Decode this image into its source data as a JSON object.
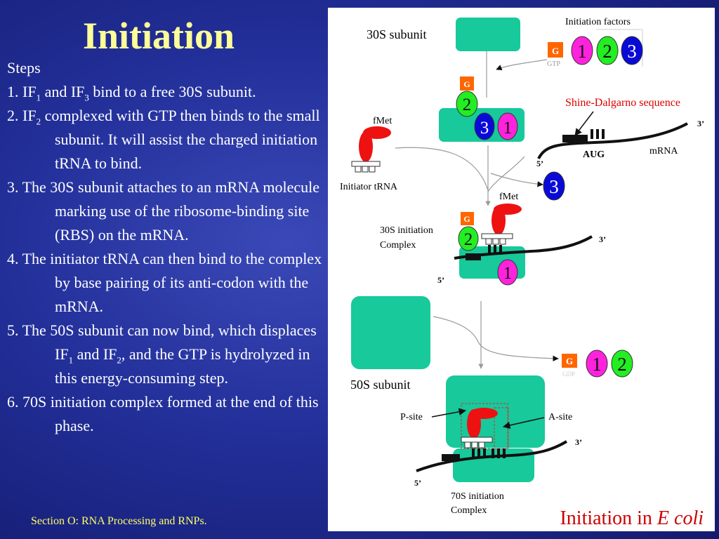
{
  "slide": {
    "title": "Initiation",
    "steps_heading": "Steps",
    "steps": [
      {
        "pre": "1. IF",
        "sub1": "1",
        "mid": " and IF",
        "sub2": "3",
        "post": " bind to a free 30S subunit."
      },
      {
        "pre": "2. IF",
        "sub1": "2",
        "post": " complexed  with GTP then binds to the small subunit. It will assist the charged initiation tRNA to bind."
      },
      {
        "text": "3. The 30S subunit attaches to an mRNA molecule marking use of the ribosome-binding site (RBS) on the mRNA."
      },
      {
        "text": "4. The initiator tRNA can then bind to the complex by base pairing of its anti-codon with the mRNA."
      },
      {
        "pre": "5. The 50S subunit can now bind, which displaces IF",
        "sub1": "1",
        "mid": " and IF",
        "sub2": "2",
        "post": ", and the GTP is hydrolyzed in this energy-consuming step."
      },
      {
        "text": "6. 70S initiation complex formed at the end of this phase."
      }
    ],
    "footer": "Section O: RNA Processing and RNPs."
  },
  "diagram": {
    "caption_pre": "Initiation in ",
    "caption_em": "E coli",
    "labels": {
      "subunit_30s": "30S subunit",
      "initiation_factors": "Initiation factors",
      "gtp": "GTP",
      "gdp": "GDP",
      "g": "G",
      "shine_dalgarno": "Shine-Dalgarno sequence",
      "aug": "AUG",
      "mrna": "mRNA",
      "five_prime": "5’",
      "three_prime": "3’",
      "fmet": "fMet",
      "initiator_trna": "Initiator tRNA",
      "complex_30s_line1": "30S initiation",
      "complex_30s_line2": "Complex",
      "subunit_50s": "50S subunit",
      "p_site": "P-site",
      "a_site": "A-site",
      "complex_70s_line1": "70S initiation",
      "complex_70s_line2": "Complex"
    },
    "factors": {
      "if1": "1",
      "if2": "2",
      "if3": "3"
    },
    "colors": {
      "ribosome": "#17c99b",
      "if1": "#ff22dd",
      "if2": "#22ee22",
      "if3": "#0a0ad8",
      "gtp": "#ff6600",
      "trna": "#ee1111",
      "sd_label": "#dd0000",
      "caption": "#cc0000",
      "title": "#ffff99",
      "footer": "#ffff66"
    }
  }
}
